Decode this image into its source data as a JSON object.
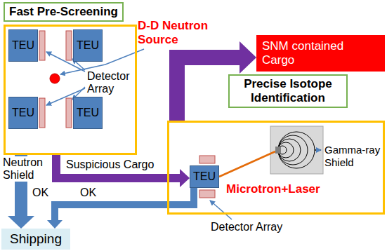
{
  "diagram": {
    "nodes": [
      {
        "text": [
          "Fast Pre-Screening"
        ]
      },
      {
        "text": [
          "Detector Array"
        ]
      },
      {
        "text": [
          "TEU"
        ],
        "in": 1
      },
      {
        "text": [
          "TEU"
        ],
        "in": 1
      },
      {
        "text": [
          "TEU"
        ],
        "in": 1
      },
      {
        "text": [
          "TEU"
        ],
        "in": 1
      },
      {
        "text": [
          "SNM contained Cargo"
        ]
      },
      {
        "text": [
          "Precise Isotope Identification"
        ]
      },
      {
        "text": [
          "Microtron+Laser"
        ]
      },
      {
        "text": [
          "TEU"
        ],
        "in": 8
      },
      {
        "text": [
          "Shipping"
        ]
      }
    ],
    "edges": [
      {
        "from": 1,
        "to": 10,
        "arrow": "to",
        "label": "OK"
      },
      {
        "from": 1,
        "to": 9,
        "arrow": "to",
        "label": "Suspicious Cargo"
      },
      {
        "from": 9,
        "to": 10,
        "arrow": "to",
        "label": "OK"
      },
      {
        "from": 8,
        "to": 6,
        "arrow": "to"
      }
    ],
    "labels": [
      "D-D Neutron Source",
      "Neutron Shield",
      "Gamma-ray Shield",
      "Detector Array"
    ]
  }
}
